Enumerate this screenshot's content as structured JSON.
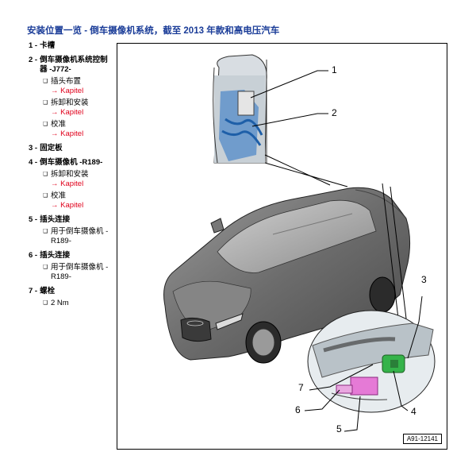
{
  "title": "安装位置一览 - 倒车摄像机系统，截至 2013 年款和高电压汽车",
  "legend": [
    {
      "num": "1 -",
      "label": "卡槽",
      "subs": []
    },
    {
      "num": "2 -",
      "label": "倒车摄像机系统控制器 -J772-",
      "subs": [
        {
          "text": "插头布置",
          "link": "→ Kapitel"
        },
        {
          "text": "拆卸和安装",
          "link": "→ Kapitel"
        },
        {
          "text": "校准",
          "link": "→ Kapitel"
        }
      ]
    },
    {
      "num": "3 -",
      "label": "固定板",
      "subs": []
    },
    {
      "num": "4 -",
      "label": "倒车摄像机 -R189-",
      "subs": [
        {
          "text": "拆卸和安装",
          "link": "→ Kapitel"
        },
        {
          "text": "校准",
          "link": "→ Kapitel"
        }
      ]
    },
    {
      "num": "5 -",
      "label": "插头连接",
      "subs": [
        {
          "text": "用于倒车摄像机 -R189-",
          "link": ""
        }
      ]
    },
    {
      "num": "6 -",
      "label": "插头连接",
      "subs": [
        {
          "text": "用于倒车摄像机 -R189-",
          "link": ""
        }
      ]
    },
    {
      "num": "7 -",
      "label": "螺栓",
      "subs": [
        {
          "text": "2 Nm",
          "link": ""
        }
      ]
    }
  ],
  "figure": {
    "code": "A91-12141",
    "callouts": [
      "1",
      "2",
      "3",
      "4",
      "5",
      "6",
      "7"
    ]
  }
}
